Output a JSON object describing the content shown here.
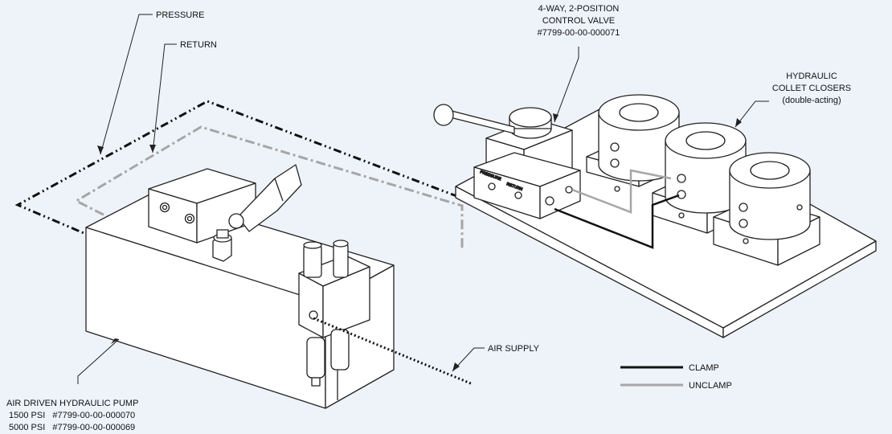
{
  "labels": {
    "pressure": "PRESSURE",
    "return": "RETURN",
    "valve": [
      "4-WAY, 2-POSITION",
      "CONTROL VALVE",
      "#7799-00-00-000071"
    ],
    "collet": [
      "HYDRAULIC",
      "COLLET CLOSERS",
      "(double-acting)"
    ],
    "air_supply": "AIR SUPPLY",
    "pump": [
      "AIR DRIVEN HYDRAULIC PUMP",
      "1500 PSI   #7799-00-00-000070",
      "5000 PSI   #7799-00-00-000069"
    ]
  },
  "legend": {
    "clamp": "CLAMP",
    "unclamp": "UNCLAMP"
  },
  "colors": {
    "background": "#eef3fa",
    "pressure_line": "#111111",
    "return_line": "#a6a6a6",
    "outline": "#222222",
    "fill": "#ffffff"
  }
}
